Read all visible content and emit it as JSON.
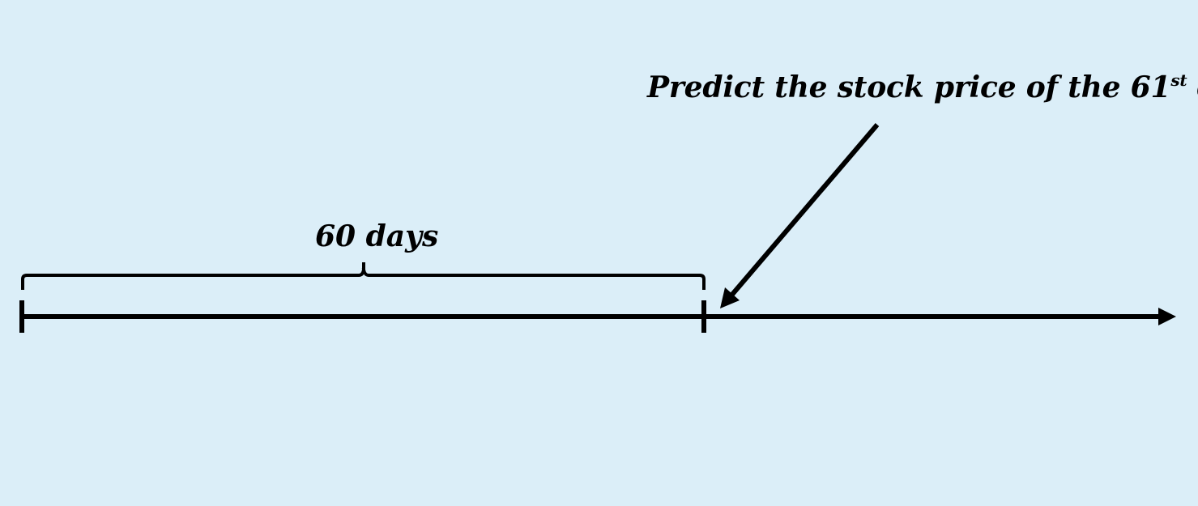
{
  "diagram": {
    "span_label": "60 days",
    "annotation": {
      "prefix": "Predict the stock price of the 61",
      "superscript": "st",
      "suffix": " day"
    }
  },
  "colors": {
    "background": "#dbeef8",
    "ink": "#000000"
  }
}
